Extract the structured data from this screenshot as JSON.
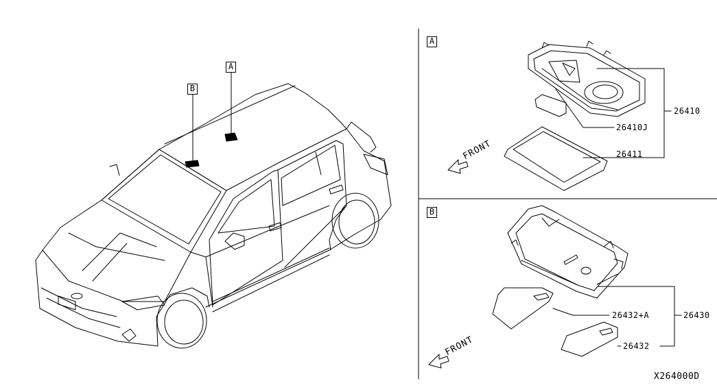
{
  "car_view": {
    "callout_a": "A",
    "callout_b": "B"
  },
  "detail_a": {
    "tag": "A",
    "front_label": "FRONT",
    "parts": {
      "p26410": "26410",
      "p26410J": "26410J",
      "p26411": "26411"
    }
  },
  "detail_b": {
    "tag": "B",
    "front_label": "FRONT",
    "parts": {
      "p26430": "26430",
      "p26432A": "26432+A",
      "p26432": "26432"
    }
  },
  "diagram_code": "X264000D"
}
